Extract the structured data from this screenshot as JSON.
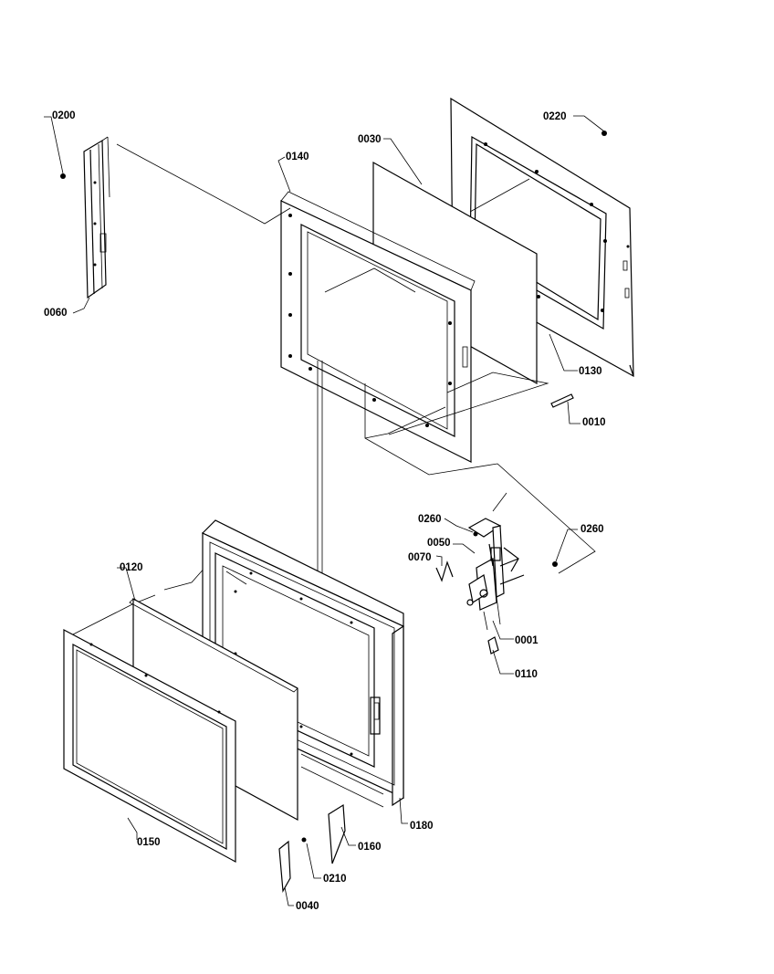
{
  "labels": {
    "p0200": "0200",
    "p0060": "0060",
    "p0140": "0140",
    "p0030": "0030",
    "p0220": "0220",
    "p0130": "0130",
    "p0010": "0010",
    "p0260a": "0260",
    "p0260b": "0260",
    "p0050": "0050",
    "p0070": "0070",
    "p0001": "0001",
    "p0110": "0110",
    "p0120": "0120",
    "p0150": "0150",
    "p0160": "0160",
    "p0180": "0180",
    "p0210": "0210",
    "p0040": "0040"
  }
}
